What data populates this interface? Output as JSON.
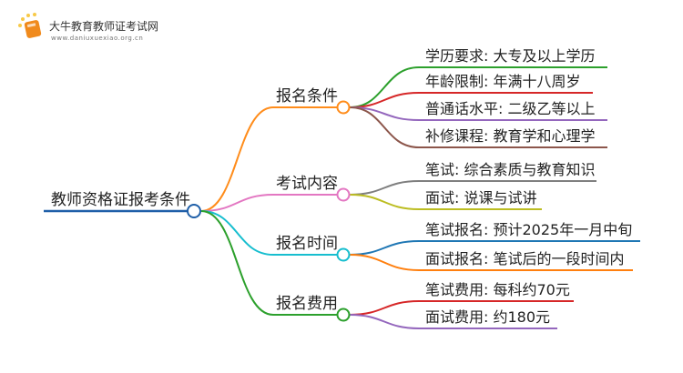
{
  "logo": {
    "name": "大牛教育教师证考试网",
    "url": "www.daniuxuexiao.org.cn"
  },
  "root": {
    "label": "教师资格证报考条件",
    "color": "#1f5fa8"
  },
  "branches": [
    {
      "label": "报名条件",
      "color": "#ff8c1a",
      "children": [
        {
          "label": "学历要求: 大专及以上学历",
          "color": "#2ca02c"
        },
        {
          "label": "年龄限制: 年满十八周岁",
          "color": "#d62728"
        },
        {
          "label": "普通话水平: 二级乙等以上",
          "color": "#9467bd"
        },
        {
          "label": "补修课程: 教育学和心理学",
          "color": "#8c564b"
        }
      ]
    },
    {
      "label": "考试内容",
      "color": "#e377c2",
      "children": [
        {
          "label": "笔试: 综合素质与教育知识",
          "color": "#7f7f7f"
        },
        {
          "label": "面试: 说课与试讲",
          "color": "#bcbd22"
        }
      ]
    },
    {
      "label": "报名时间",
      "color": "#17becf",
      "children": [
        {
          "label": "笔试报名: 预计2025年一月中旬",
          "color": "#1f77b4"
        },
        {
          "label": "面试报名: 笔试后的一段时间内",
          "color": "#ff7f0e"
        }
      ]
    },
    {
      "label": "报名费用",
      "color": "#2ca02c",
      "children": [
        {
          "label": "笔试费用: 每科约70元",
          "color": "#d62728"
        },
        {
          "label": "面试费用: 约180元",
          "color": "#9467bd"
        }
      ]
    }
  ]
}
